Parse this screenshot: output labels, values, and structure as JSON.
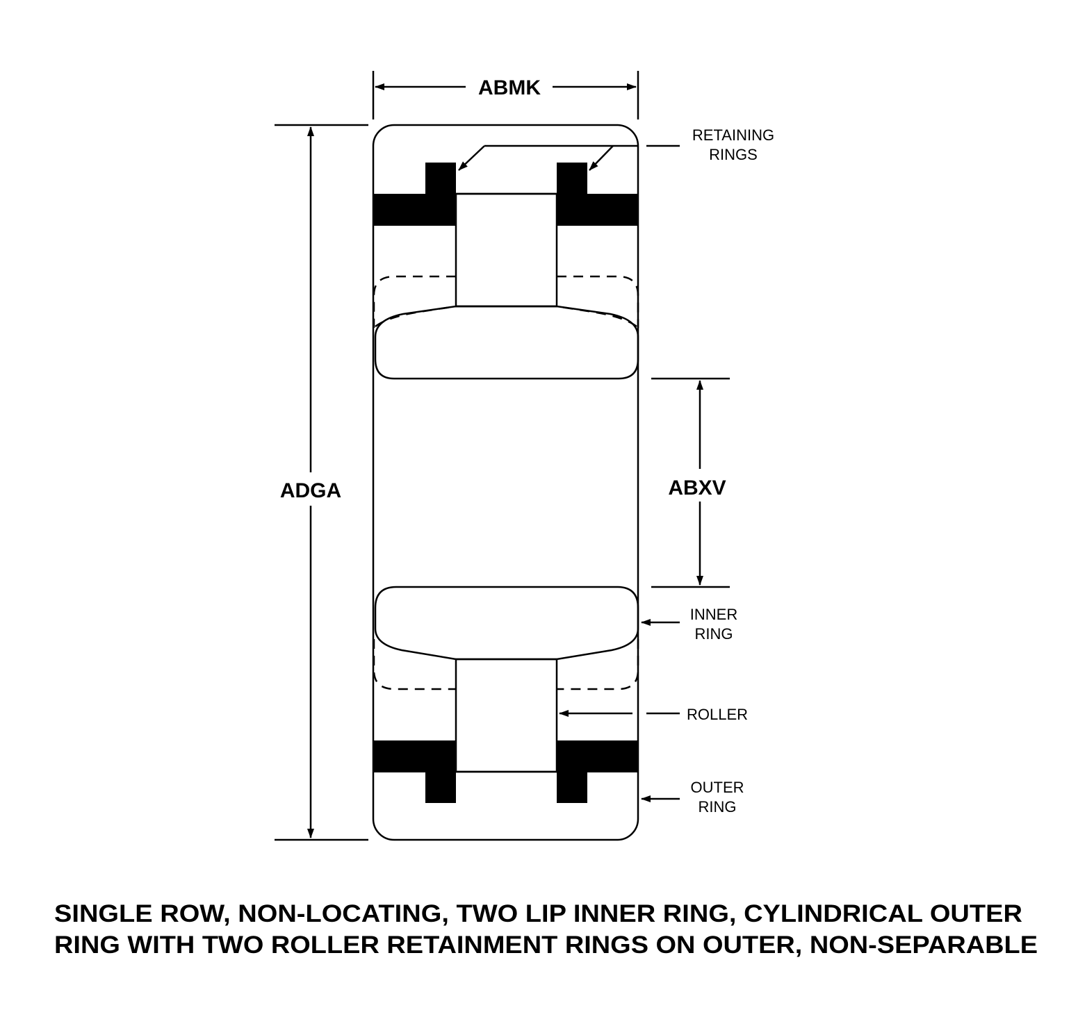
{
  "dimensions": {
    "width_label": "ABMK",
    "outer_diameter_label": "ADGA",
    "bore_label": "ABXV"
  },
  "callouts": {
    "retaining_rings": [
      "RETAINING",
      "RINGS"
    ],
    "inner_ring": [
      "INNER",
      "RING"
    ],
    "roller": [
      "ROLLER"
    ],
    "outer_ring": [
      "OUTER",
      "RING"
    ]
  },
  "caption": {
    "line1": "SINGLE ROW, NON-LOCATING, TWO LIP INNER RING, CYLINDRICAL OUTER",
    "line2": "RING WITH TWO ROLLER RETAINMENT RINGS ON OUTER, NON-SEPARABLE"
  },
  "colors": {
    "ink": "#000000",
    "background": "#ffffff"
  }
}
